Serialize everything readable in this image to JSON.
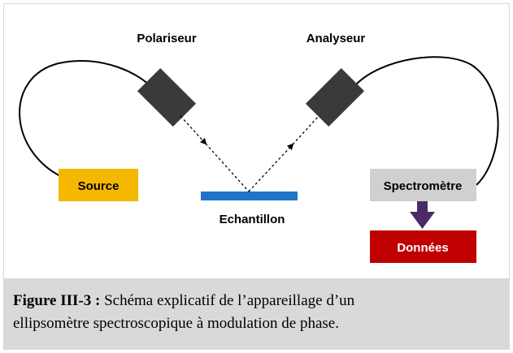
{
  "labels": {
    "polariseur": "Polariseur",
    "analyseur": "Analyseur",
    "echantillon": "Echantillon"
  },
  "boxes": {
    "source": "Source",
    "spectrometre": "Spectromètre",
    "donnees": "Données"
  },
  "caption": {
    "figure_label": "Figure III-3 :",
    "line1": " Schéma explicatif de l’appareillage d’un",
    "line2": "ellipsomètre spectroscopique à modulation de phase."
  },
  "colors": {
    "source_fill": "#f5b800",
    "spectrometre_fill": "#d0d0d0",
    "donnees_fill": "#c00000",
    "sample_fill": "#1f74c8",
    "optic_fill": "#3a3a3a",
    "arrow_fill": "#4b2a66",
    "caption_bg": "#d9d9d9"
  }
}
